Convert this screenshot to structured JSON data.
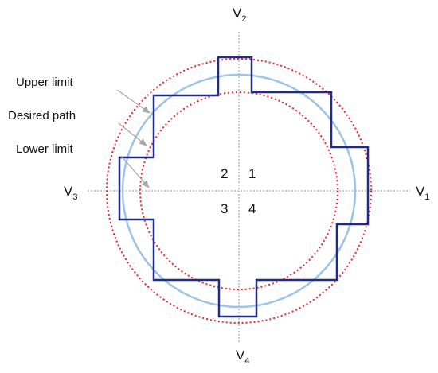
{
  "axes": {
    "v1": {
      "letter": "V",
      "subscript": "1"
    },
    "v2": {
      "letter": "V",
      "subscript": "2"
    },
    "v3": {
      "letter": "V",
      "subscript": "3"
    },
    "v4": {
      "letter": "V",
      "subscript": "4"
    }
  },
  "regions": [
    "1",
    "2",
    "3",
    "4"
  ],
  "callouts": {
    "upper": "Upper limit",
    "desired": "Desired path",
    "lower": "Lower limit"
  },
  "colors": {
    "limit_circles": "#e8262b",
    "desired_path": "#9dc3e6",
    "stepped_path": "#1f2a8c",
    "axis_lines": "#9a9a9a",
    "arrows": "#a6a6a6",
    "text": "#111111"
  }
}
